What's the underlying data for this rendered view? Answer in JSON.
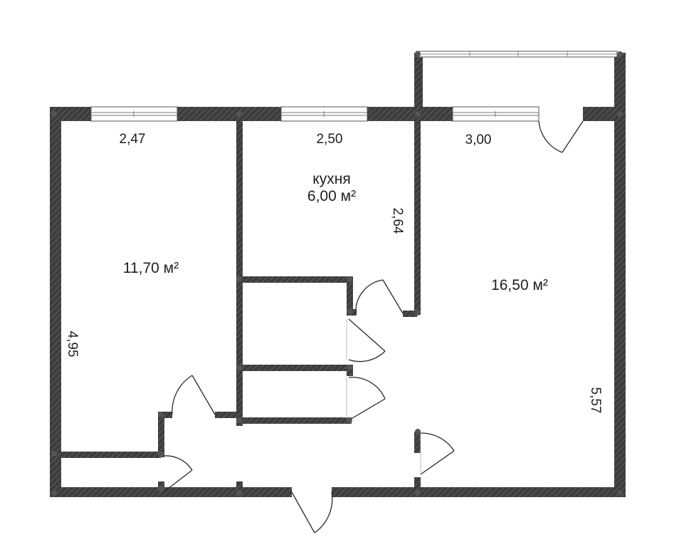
{
  "rooms": [
    {
      "id": "room-left",
      "area_label": "11,70 м²"
    },
    {
      "id": "kitchen",
      "name": "кухня",
      "area_label": "6,00 м²"
    },
    {
      "id": "room-right",
      "area_label": "16,50 м²"
    }
  ],
  "dimensions": {
    "left_width": "2,47",
    "kitchen_width": "2,50",
    "right_width": "3,00",
    "kitchen_depth": "2,64",
    "left_depth": "4,95",
    "right_depth": "5,57"
  },
  "colors": {
    "wall": "#3d3d3d",
    "wall_hatch": "#6a6a6a",
    "door_line": "#2a2a2a",
    "text": "#1e1e1e",
    "background": "#ffffff"
  }
}
